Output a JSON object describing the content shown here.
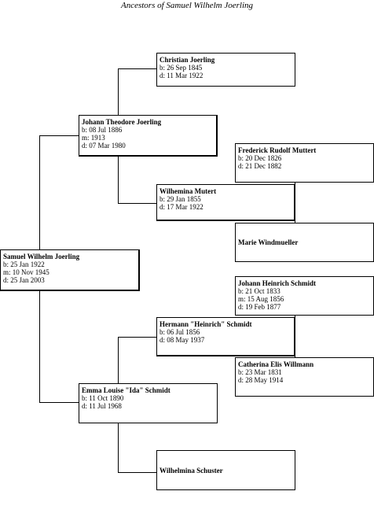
{
  "title": "Ancestors of Samuel Wilhelm Joerling",
  "people": {
    "samuel": {
      "name": "Samuel Wilhelm Joerling",
      "events": [
        "b: 25 Jan 1922",
        "m: 10 Nov 1945",
        "d: 25 Jan 2003"
      ]
    },
    "johann_theodore": {
      "name": "Johann Theodore Joerling",
      "events": [
        "b: 08 Jul 1886",
        "m: 1913",
        "d: 07 Mar 1980"
      ]
    },
    "christian": {
      "name": "Christian Joerling",
      "events": [
        "b: 26 Sep 1845",
        "d: 11 Mar 1922"
      ]
    },
    "wilhemina": {
      "name": "Wilhemina Mutert",
      "events": [
        "b: 29 Jan 1855",
        "d: 17 Mar 1922"
      ]
    },
    "frederick": {
      "name": "Frederick Rudolf Muttert",
      "events": [
        "b: 20 Dec 1826",
        "d: 21 Dec 1882"
      ]
    },
    "marie": {
      "name": "Marie Windmueller",
      "events": []
    },
    "emma": {
      "name": "Emma Louise \"Ida\" Schmidt",
      "events": [
        "b: 11 Oct 1890",
        "d: 11 Jul 1968"
      ]
    },
    "hermann": {
      "name": "Hermann \"Heinrich\" Schmidt",
      "events": [
        "b: 06 Jul 1856",
        "d: 08 May 1937"
      ]
    },
    "johann_heinrich": {
      "name": "Johann Heinrich Schmidt",
      "events": [
        "b: 21 Oct 1833",
        "m: 15 Aug 1856",
        "d: 19 Feb 1877"
      ]
    },
    "catherina": {
      "name": "Catherina Elis Willmann",
      "events": [
        "b: 23 Mar 1831",
        "d: 28 May 1914"
      ]
    },
    "wilhelmina_schuster": {
      "name": "Wilhelmina Schuster",
      "events": []
    }
  }
}
